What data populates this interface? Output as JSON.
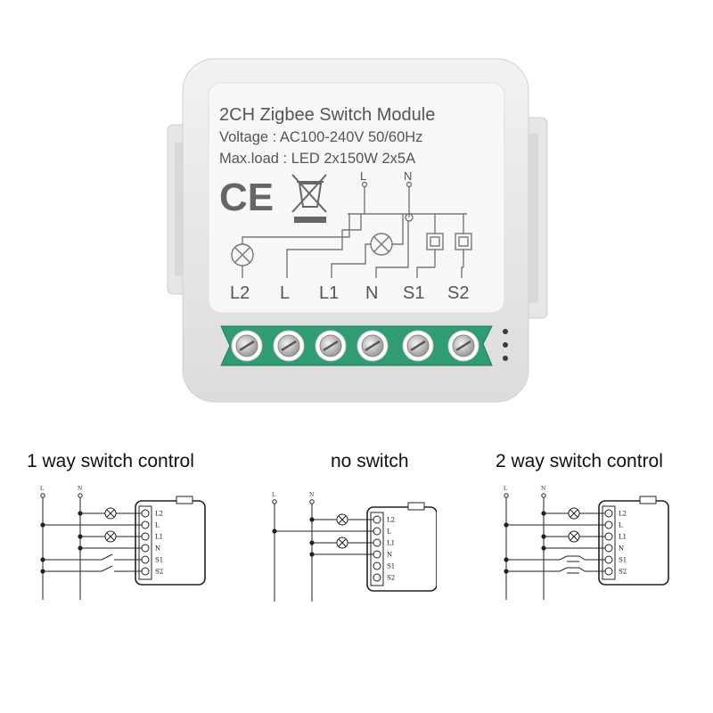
{
  "module": {
    "title": "2CH Zigbee Switch Module",
    "voltage": "Voltage : AC100-240V 50/60Hz",
    "maxload": "Max.load : LED 2x150W  2x5A",
    "marks": {
      "ce": "CE",
      "weee": "crossed-bin"
    },
    "diagram_top_labels": [
      "L",
      "N"
    ],
    "terminal_labels": [
      "L2",
      "L",
      "L1",
      "N",
      "S1",
      "S2"
    ],
    "colors": {
      "body": "#ecebeb",
      "label": "#f7f7f7",
      "terminal": "#2e9b73",
      "text": "#5a5a5a"
    }
  },
  "wiring": [
    {
      "caption": "1 way switch control",
      "supply": [
        "L",
        "N"
      ],
      "terminals": [
        "L2",
        "L",
        "L1",
        "N",
        "S1",
        "S2"
      ]
    },
    {
      "caption": "no switch",
      "supply": [
        "L",
        "N"
      ],
      "terminals": [
        "L2",
        "L",
        "L1",
        "N",
        "S1",
        "S2"
      ]
    },
    {
      "caption": "2 way switch control",
      "supply": [
        "L",
        "N"
      ],
      "terminals": [
        "L2",
        "L",
        "L1",
        "N",
        "S1",
        "S2"
      ]
    }
  ]
}
